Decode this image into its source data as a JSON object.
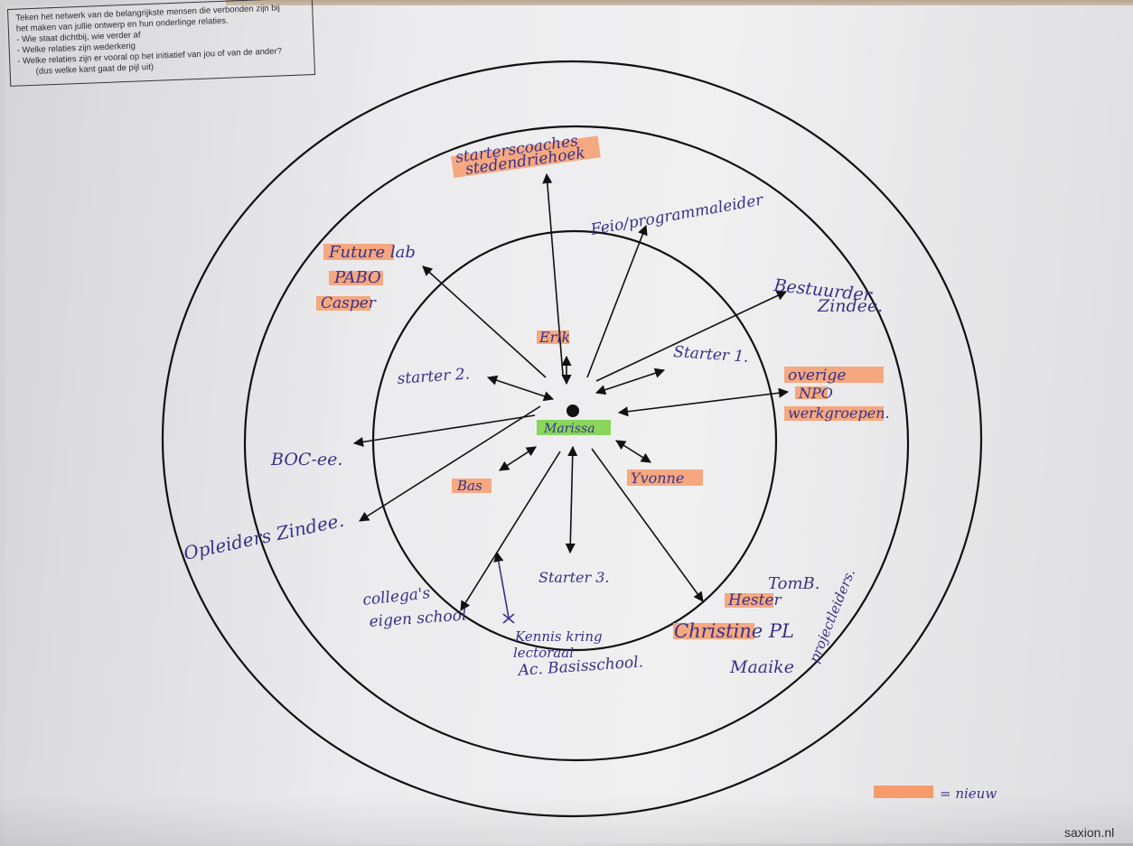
{
  "instructions": {
    "line1": "Teken het netwerk van de belangrijkste mensen die verbonden zijn bij",
    "line2": "het maken van jullie ontwerp en hun onderlinge relaties.",
    "line3": "-   Wie staat dichtbij, wie verder af",
    "line4": "-   Welke relaties zijn wederkerig",
    "line5": "-   Welke relaties zijn er vooral op het initiatief van jou of van de ander?",
    "line6": "(dus welke kant gaat de pijl uit)"
  },
  "center": {
    "name": "Marissa"
  },
  "labels": {
    "starters_coaches": "starterscoaches",
    "stedendriehoek": "stedendriehoek",
    "feio": "Feio/programmaleider",
    "future_lab": "Future lab",
    "pabo": "PABO",
    "casper": "Casper",
    "bestuurder": "Bestuurder",
    "zindee_1": "Zindee.",
    "erik": "Erik",
    "starter1": "Starter 1.",
    "starter2": "starter 2.",
    "overige": "overige",
    "npo": "NPO",
    "werkgroepen": "werkgroepen.",
    "boc": "BOC-ee.",
    "bas": "Bas",
    "yvonne": "Yvonne",
    "opleiders": "Opleiders Zindee.",
    "starter3": "Starter 3.",
    "collegas_1": "collega's",
    "collegas_2": "eigen school",
    "kennis_1": "Kennis kring",
    "kennis_2": "lectoraal",
    "kennis_3": "Ac. Basisschool.",
    "tomb": "TomB.",
    "hester": "Hester",
    "christine": "Christine PL",
    "maaike": "Maaike",
    "projectleiders": "projectleiders."
  },
  "legend": {
    "label": "= nieuw",
    "color": "#f79b6c"
  },
  "footer": {
    "brand": "saxion.nl"
  },
  "colors": {
    "ink": "#37328a",
    "highlight_new": "#f79b6c",
    "highlight_center": "#7ed24a",
    "line": "#111111"
  }
}
